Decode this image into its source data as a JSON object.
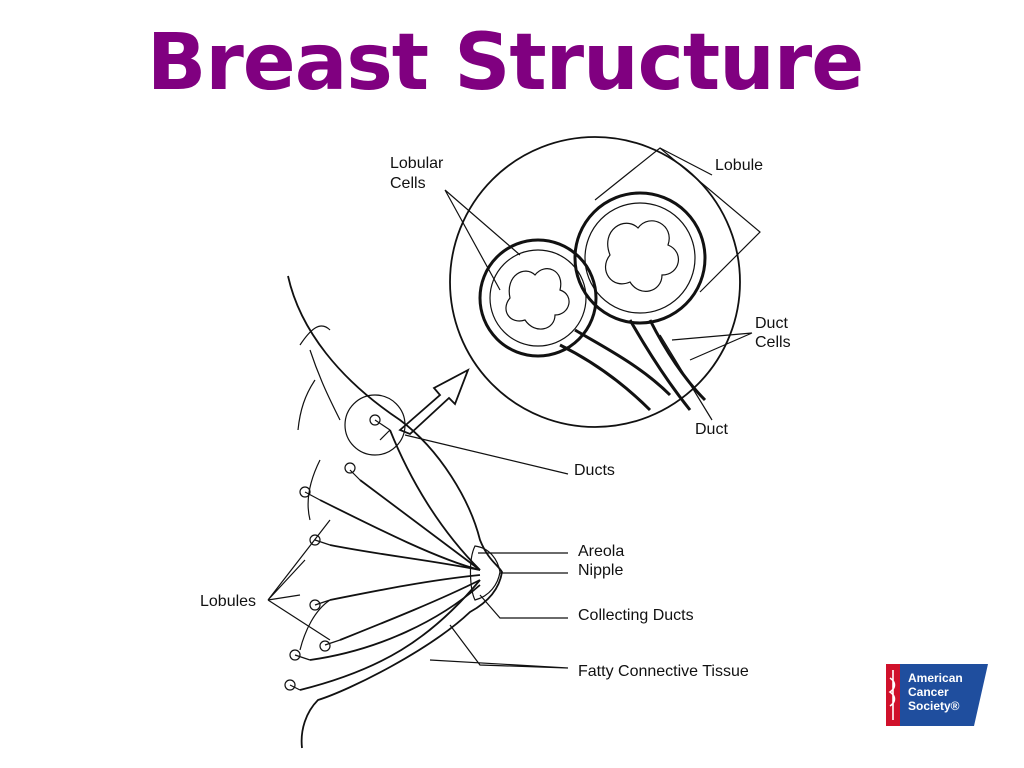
{
  "title": "Breast Structure",
  "labels": {
    "lobular_cells_line1": "Lobular",
    "lobular_cells_line2": "Cells",
    "lobule": "Lobule",
    "duct_cells_line1": "Duct",
    "duct_cells_line2": "Cells",
    "duct": "Duct",
    "ducts": "Ducts",
    "areola": "Areola",
    "nipple": "Nipple",
    "collecting_ducts": "Collecting Ducts",
    "fatty_tissue": "Fatty Connective Tissue",
    "lobules": "Lobules"
  },
  "logo": {
    "line1": "American",
    "line2": "Cancer",
    "line3": "Society®"
  },
  "colors": {
    "title": "#800080",
    "logo_red": "#d0112b",
    "logo_blue": "#1f4e9e"
  }
}
